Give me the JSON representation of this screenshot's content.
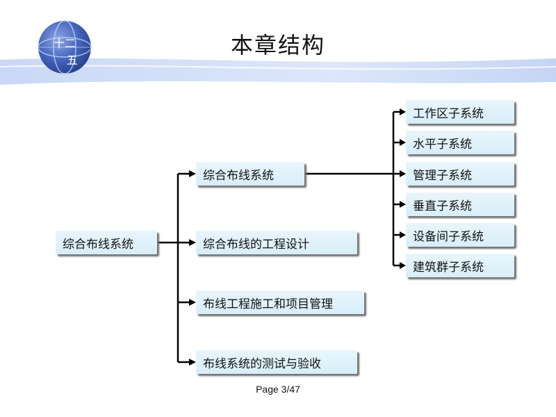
{
  "slide": {
    "title": "本章结构",
    "logo_text": {
      "top": "十二",
      "bottom": "五"
    },
    "root": {
      "label": "综合布线系统"
    },
    "level2": [
      {
        "label": "综合布线系统"
      },
      {
        "label": "综合布线的工程设计"
      },
      {
        "label": "布线工程施工和项目管理"
      },
      {
        "label": "布线系统的测试与验收"
      }
    ],
    "level3": [
      {
        "label": "工作区子系统"
      },
      {
        "label": "水平子系统"
      },
      {
        "label": "管理子系统"
      },
      {
        "label": "垂直子系统"
      },
      {
        "label": "设备间子系统"
      },
      {
        "label": "建筑群子系统"
      }
    ],
    "footer": {
      "page": "Page 3/47"
    },
    "colors": {
      "box_fill": "#dff1fb",
      "band": "#c9d9f5",
      "globe": "#3c5fb3"
    }
  }
}
